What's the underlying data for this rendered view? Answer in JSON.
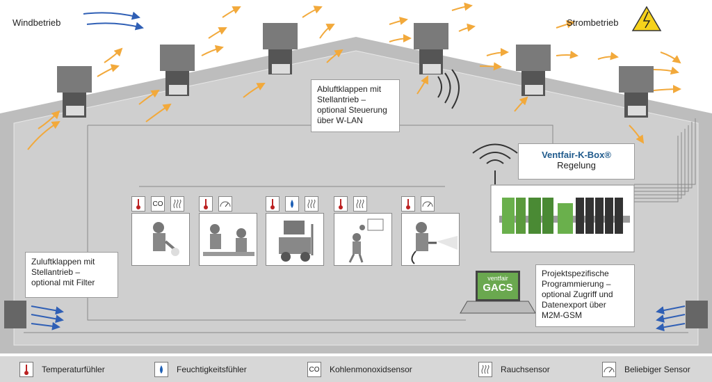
{
  "header": {
    "wind_label": "Windbetrieb",
    "power_label": "Strombetrieb"
  },
  "callouts": {
    "exhaust": [
      "Abluftklappen mit",
      "Stellantrieb –",
      "optional Steuerung",
      "über W-LAN"
    ],
    "supply": [
      "Zuluftklappen mit",
      "Stellantrieb –",
      "optional mit Filter"
    ],
    "kbox_title": "Ventfair-K-Box®",
    "kbox_sub": "Regelung",
    "programming": [
      "Projektspezifische",
      "Programmierung –",
      "optional Zugriff und",
      "Datenexport über",
      "M2M-GSM"
    ]
  },
  "laptop": {
    "brand": "ventfair",
    "product": "GACS"
  },
  "sensor_groups": [
    {
      "scene": "welder-icon",
      "sensors": [
        "thermometer-icon",
        "co-icon",
        "smoke-icon"
      ]
    },
    {
      "scene": "workers-icon",
      "sensors": [
        "thermometer-icon",
        "gauge-icon"
      ]
    },
    {
      "scene": "forklift-icon",
      "sensors": [
        "thermometer-icon",
        "droplet-icon",
        "smoke-icon"
      ]
    },
    {
      "scene": "basketball-icon",
      "sensors": [
        "thermometer-icon",
        "smoke-icon"
      ]
    },
    {
      "scene": "pressure-washer-icon",
      "sensors": [
        "thermometer-icon",
        "gauge-icon"
      ]
    }
  ],
  "co_abbrev": "CO",
  "legend": [
    {
      "icon": "thermometer-icon",
      "label": "Temperaturfühler"
    },
    {
      "icon": "droplet-icon",
      "label": "Feuchtigkeitsfühler"
    },
    {
      "icon": "co-icon",
      "label": "Kohlenmonoxidsensor"
    },
    {
      "icon": "smoke-icon",
      "label": "Rauchsensor"
    },
    {
      "icon": "gauge-icon",
      "label": "Beliebiger Sensor"
    }
  ],
  "colors": {
    "house": "#bdbdbd",
    "interior": "#c9c9c9",
    "airflow_out": "#f2a93b",
    "airflow_in": "#2f5fb5",
    "kbox_title": "#1f5a8c",
    "warning": "#f6d21b"
  }
}
